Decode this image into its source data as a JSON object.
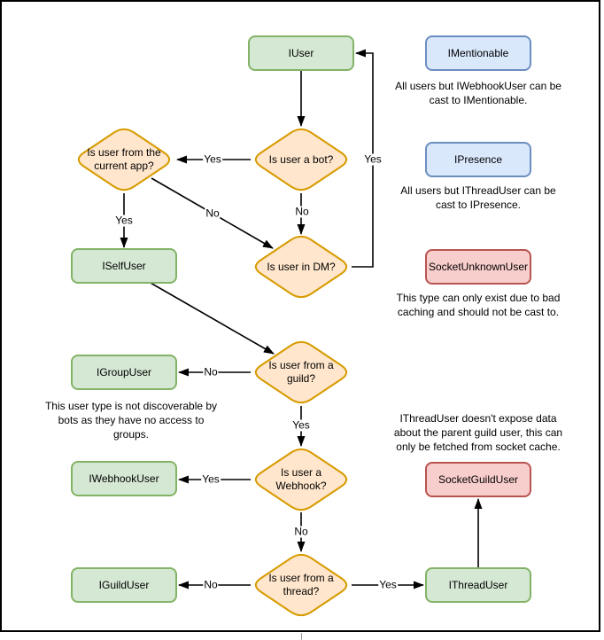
{
  "colors": {
    "green_fill": "#d5e8d4",
    "green_stroke": "#82b366",
    "blue_fill": "#dae8fc",
    "blue_stroke": "#6c8ebf",
    "red_fill": "#f8cecc",
    "red_stroke": "#b85450",
    "orange_fill": "#ffe6cc",
    "orange_stroke": "#d79b00",
    "line": "#000000"
  },
  "nodes": {
    "iuser": "IUser",
    "imentionable": "IMentionable",
    "ipresence": "IPresence",
    "socket_unknown_user": "SocketUnknownUser",
    "iself_user": "ISelfUser",
    "igroup_user": "IGroupUser",
    "iwebhook_user": "IWebhookUser",
    "iguild_user": "IGuildUser",
    "socket_guild_user": "SocketGuildUser",
    "ithread_user": "IThreadUser"
  },
  "decisions": {
    "is_bot": "Is user a bot?",
    "from_current_app": "Is user from the\ncurrent app?",
    "in_dm": "Is user in DM?",
    "from_guild": "Is user from a\nguild?",
    "is_webhook": "Is user a\nWebhook?",
    "from_thread": "Is user from a\nthread?"
  },
  "edge_labels": {
    "bot_to_app_yes": "Yes",
    "bot_to_dm_no": "No",
    "app_to_self_yes": "Yes",
    "app_to_dm_no": "No",
    "dm_to_iuser_yes": "Yes",
    "guild_to_group_no": "No",
    "guild_to_webhook_yes": "Yes",
    "webhook_to_iwebhook_yes": "Yes",
    "webhook_to_thread_no": "No",
    "thread_to_iguild_no": "No",
    "thread_to_ithread_yes": "Yes"
  },
  "notes": {
    "imentionable": "All users but IWebhookUser can be\ncast to IMentionable.",
    "ipresence": "All users but IThreadUser can be\ncast to IPresence.",
    "socket_unknown": "This type can only exist due to bad\ncaching and should not be cast to.",
    "igroup": "This user type is not discoverable by\nbots as they have no access to\ngroups.",
    "ithread": "IThreadUser doesn't expose data\nabout the parent guild user, this can\nonly be fetched from socket cache."
  }
}
